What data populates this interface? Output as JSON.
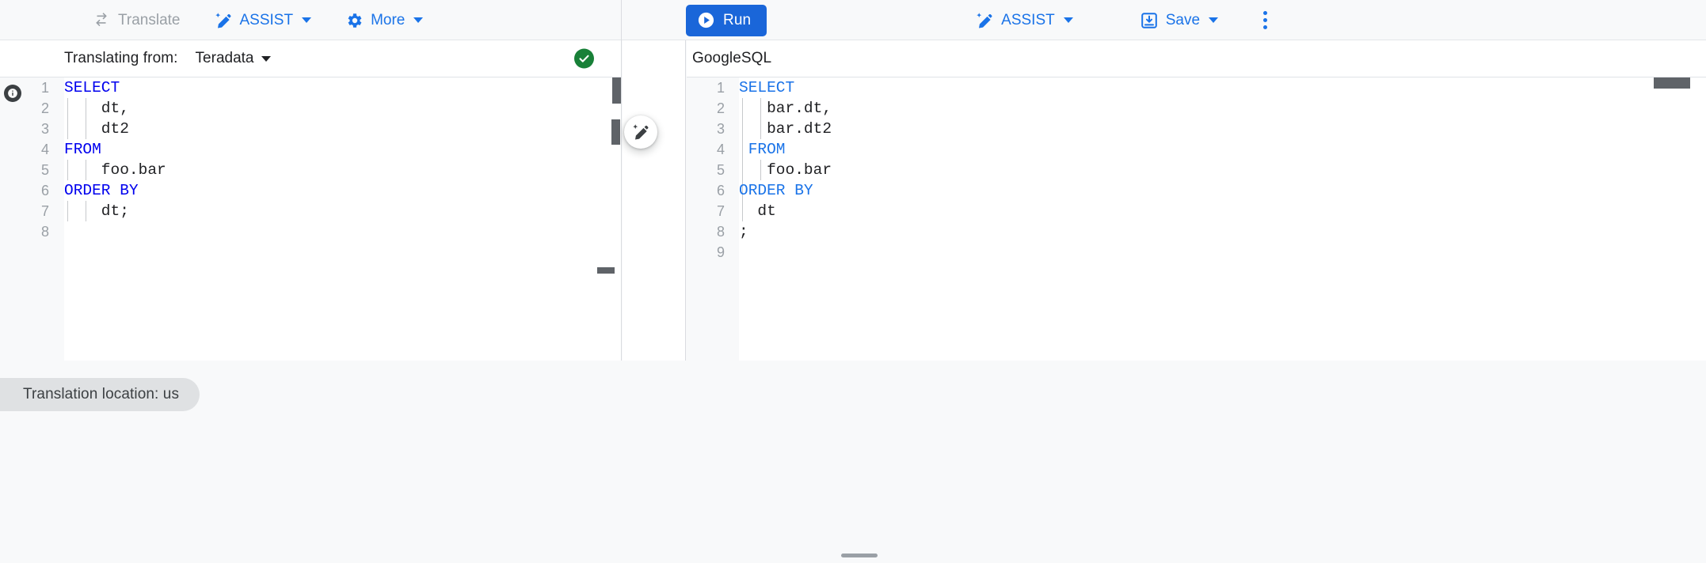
{
  "toolbar": {
    "left": [
      {
        "name": "translate",
        "label": "Translate",
        "icon": "swap-arrows-icon",
        "disabled": true,
        "caret": false
      },
      {
        "name": "assist",
        "label": "ASSIST",
        "icon": "magic-pencil-icon",
        "disabled": false,
        "caret": true
      },
      {
        "name": "more",
        "label": "More",
        "icon": "gear-icon",
        "disabled": false,
        "caret": true
      }
    ],
    "run_label": "Run",
    "right": [
      {
        "name": "assist",
        "label": "ASSIST",
        "icon": "magic-pencil-icon",
        "disabled": false,
        "caret": true
      },
      {
        "name": "save",
        "label": "Save",
        "icon": "save-download-icon",
        "disabled": false,
        "caret": true
      }
    ],
    "overflow_icon": "kebab-menu-icon"
  },
  "source_pane": {
    "header_label": "Translating from:",
    "dialect": "Teradata",
    "status_icon": "check-circle-icon",
    "info_icon": "info-icon",
    "keyword_color": "#0000ee",
    "lines": [
      {
        "n": "1",
        "tokens": [
          {
            "t": "SELECT",
            "kw": true
          }
        ],
        "squiggle": true
      },
      {
        "n": "2",
        "tokens": [
          {
            "t": "    dt,",
            "kw": false
          }
        ]
      },
      {
        "n": "3",
        "tokens": [
          {
            "t": "    dt2",
            "kw": false
          }
        ]
      },
      {
        "n": "4",
        "tokens": [
          {
            "t": "FROM",
            "kw": true
          }
        ]
      },
      {
        "n": "5",
        "tokens": [
          {
            "t": "    foo.bar",
            "kw": false
          }
        ]
      },
      {
        "n": "6",
        "tokens": [
          {
            "t": "ORDER BY",
            "kw": true
          }
        ]
      },
      {
        "n": "7",
        "tokens": [
          {
            "t": "    dt;",
            "kw": false
          }
        ]
      },
      {
        "n": "8",
        "tokens": []
      }
    ]
  },
  "target_pane": {
    "dialect": "GoogleSQL",
    "keyword_color": "#1a73e8",
    "lines": [
      {
        "n": "1",
        "tokens": [
          {
            "t": "SELECT",
            "kw": true
          }
        ]
      },
      {
        "n": "2",
        "tokens": [
          {
            "t": "   bar.dt,",
            "kw": false
          }
        ]
      },
      {
        "n": "3",
        "tokens": [
          {
            "t": "   bar.dt2",
            "kw": false
          }
        ]
      },
      {
        "n": "4",
        "tokens": [
          {
            "t": " FROM",
            "kw": true
          }
        ]
      },
      {
        "n": "5",
        "tokens": [
          {
            "t": "   foo.bar",
            "kw": false
          }
        ]
      },
      {
        "n": "6",
        "tokens": [
          {
            "t": "ORDER BY",
            "kw": true
          }
        ]
      },
      {
        "n": "7",
        "tokens": [
          {
            "t": "  dt",
            "kw": false
          }
        ]
      },
      {
        "n": "8",
        "tokens": [
          {
            "t": ";",
            "kw": false
          }
        ]
      },
      {
        "n": "9",
        "tokens": []
      }
    ]
  },
  "fab": {
    "icon": "magic-pencil-icon",
    "name": "assist-fab"
  },
  "footer": {
    "location_chip": "Translation location: us"
  },
  "colors": {
    "accent_blue": "#1a73e8",
    "run_blue": "#1a66d9",
    "success_green": "#188038",
    "surface_gray": "#f8f9fa",
    "chip_gray": "#dfe1e3"
  }
}
